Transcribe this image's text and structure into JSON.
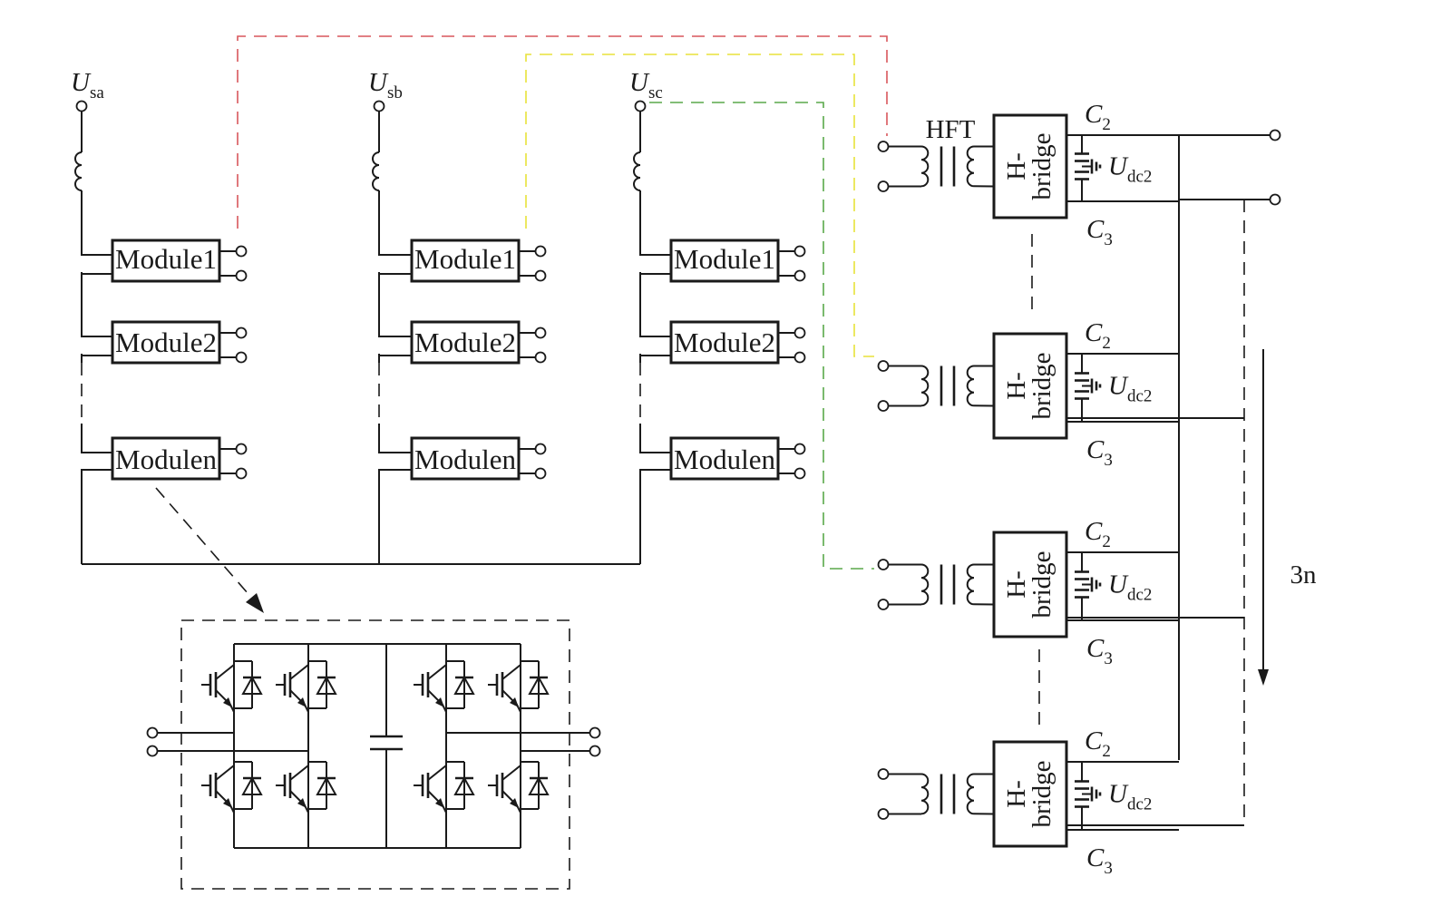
{
  "sources": [
    {
      "symbol": "U",
      "subscript": "sa"
    },
    {
      "symbol": "U",
      "subscript": "sb"
    },
    {
      "symbol": "U",
      "subscript": "sc"
    }
  ],
  "modules": [
    "Module1",
    "Module2",
    "Modulen"
  ],
  "hft_label": "HFT",
  "hbridge": {
    "line1": "H-",
    "line2": "bridge"
  },
  "capacitors": {
    "top": {
      "symbol": "C",
      "subscript": "2"
    },
    "bottom": {
      "symbol": "C",
      "subscript": "3"
    }
  },
  "dc_voltage": {
    "symbol": "U",
    "subscript": "dc2"
  },
  "stack_label": "3n",
  "link_colors": {
    "phase_a": "#d9575b",
    "phase_b": "#e8e23a",
    "phase_c": "#5aa84a"
  }
}
